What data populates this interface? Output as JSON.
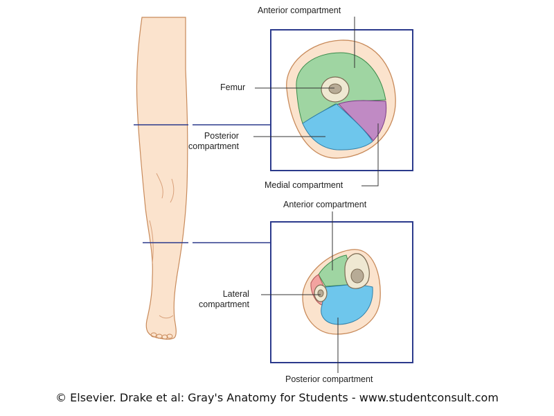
{
  "labels": {
    "thigh": {
      "anterior": "Anterior compartment",
      "femur": "Femur",
      "posterior_line1": "Posterior",
      "posterior_line2": "compartment",
      "medial": "Medial compartment"
    },
    "leg": {
      "anterior": "Anterior compartment",
      "lateral_line1": "Lateral",
      "lateral_line2": "compartment",
      "posterior": "Posterior compartment"
    }
  },
  "caption": "© Elsevier. Drake et al: Gray's Anatomy for Students - www.studentconsult.com",
  "colors": {
    "skin": "#fbe3cd",
    "skin_outline": "#c88a5a",
    "frame": "#2b3a8c",
    "anterior": "#9fd5a2",
    "posterior": "#6ec6ec",
    "medial": "#c08ac4",
    "lateral": "#f2a3a0",
    "bone": "#efe8d2",
    "marrow": "#b7ab96",
    "leader": "#333333"
  }
}
